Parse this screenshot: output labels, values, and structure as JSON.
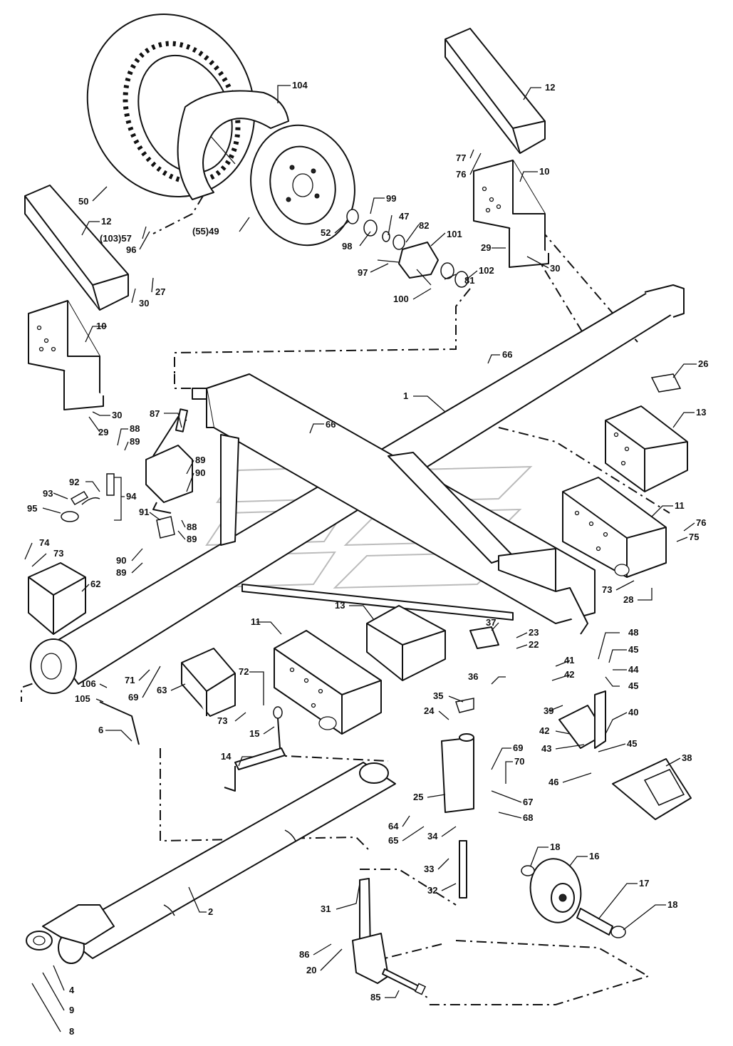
{
  "diagram": {
    "labels": [
      "104",
      "12",
      "77",
      "76",
      "10",
      "50",
      "12",
      "(103)57",
      "96",
      "99",
      "47",
      "82",
      "101",
      "52",
      "98",
      "(55)49",
      "29",
      "30",
      "97",
      "81",
      "102",
      "100",
      "27",
      "30",
      "10",
      "66",
      "30",
      "29",
      "26",
      "1",
      "87",
      "66",
      "13",
      "88",
      "89",
      "89",
      "90",
      "11",
      "92",
      "93",
      "94",
      "95",
      "91",
      "76",
      "75",
      "88",
      "89",
      "90",
      "89",
      "74",
      "73",
      "62",
      "73",
      "28",
      "13",
      "37",
      "23",
      "22",
      "48",
      "11",
      "45",
      "41",
      "44",
      "42",
      "45",
      "71",
      "69",
      "72",
      "106",
      "105",
      "63",
      "36",
      "39",
      "73",
      "15",
      "35",
      "6",
      "24",
      "40",
      "42",
      "43",
      "45",
      "14",
      "69",
      "70",
      "38",
      "25",
      "67",
      "46",
      "68",
      "64",
      "65",
      "34",
      "18",
      "16",
      "33",
      "17",
      "32",
      "31",
      "18",
      "86",
      "20",
      "2",
      "4",
      "85",
      "9",
      "8"
    ]
  }
}
